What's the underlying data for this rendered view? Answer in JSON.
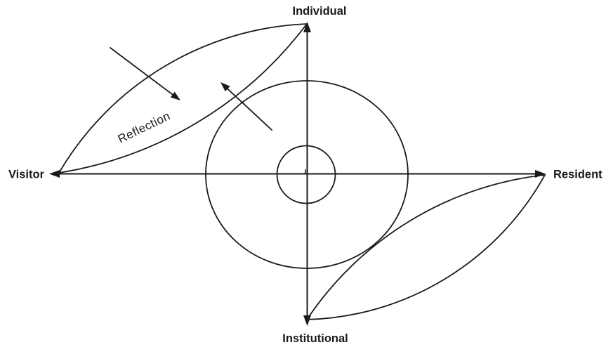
{
  "diagram": {
    "axes": {
      "top_label": "Individual",
      "bottom_label": "Institutional",
      "left_label": "Visitor",
      "right_label": "Resident"
    },
    "annotations": {
      "lens_label": "Reflection"
    },
    "colors": {
      "ink": "#1a1a1a",
      "background": "#ffffff"
    }
  }
}
